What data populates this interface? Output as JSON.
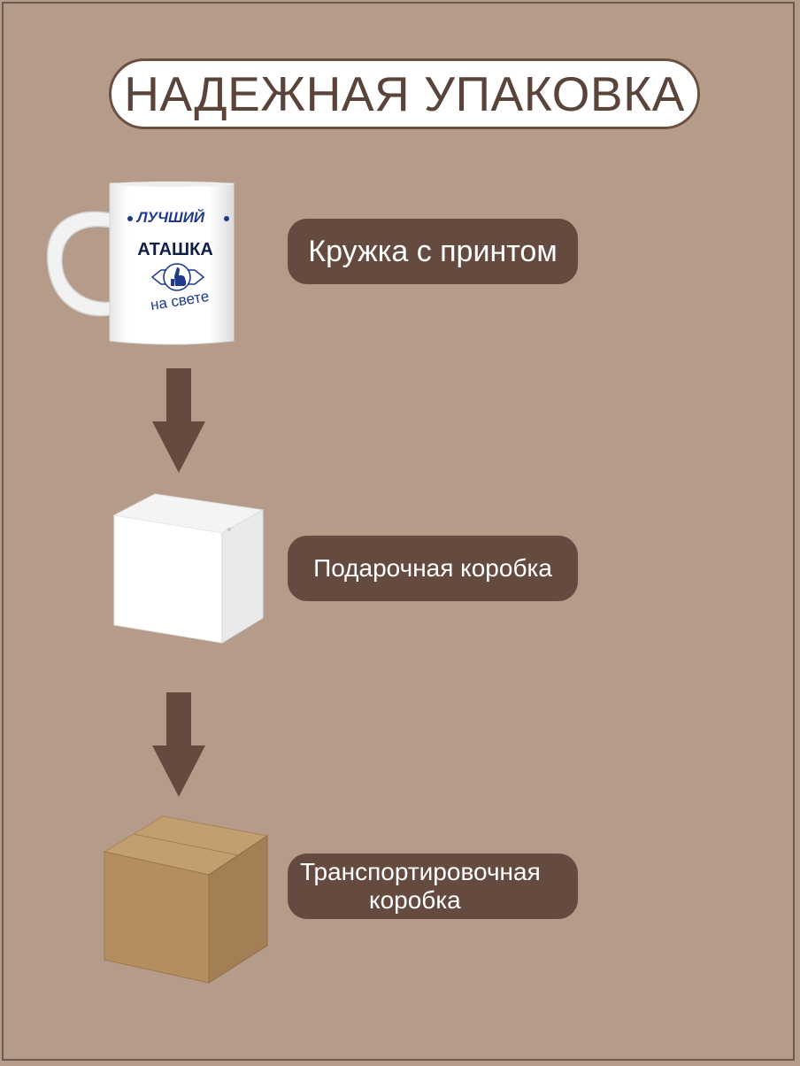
{
  "title": "НАДЕЖНАЯ УПАКОВКА",
  "mug": {
    "label": "Кружка с принтом",
    "print": {
      "line1": "ЛУЧШИЙ",
      "line2": "АТАШКА",
      "line3": "на свете"
    }
  },
  "gift_box": {
    "label": "Подарочная коробка"
  },
  "shipping_box": {
    "label_line1": "Транспортировочная",
    "label_line2": "коробка"
  },
  "colors": {
    "background": "#b59c8a",
    "pill": "#654b3f",
    "arrow": "#654b3f",
    "title_text": "#5a4338",
    "print_blue": "#1f3a8a",
    "cardboard": "#b08a5c"
  },
  "icons": [
    "mug-image",
    "down-arrow-icon",
    "white-box-image",
    "cardboard-box-image"
  ]
}
